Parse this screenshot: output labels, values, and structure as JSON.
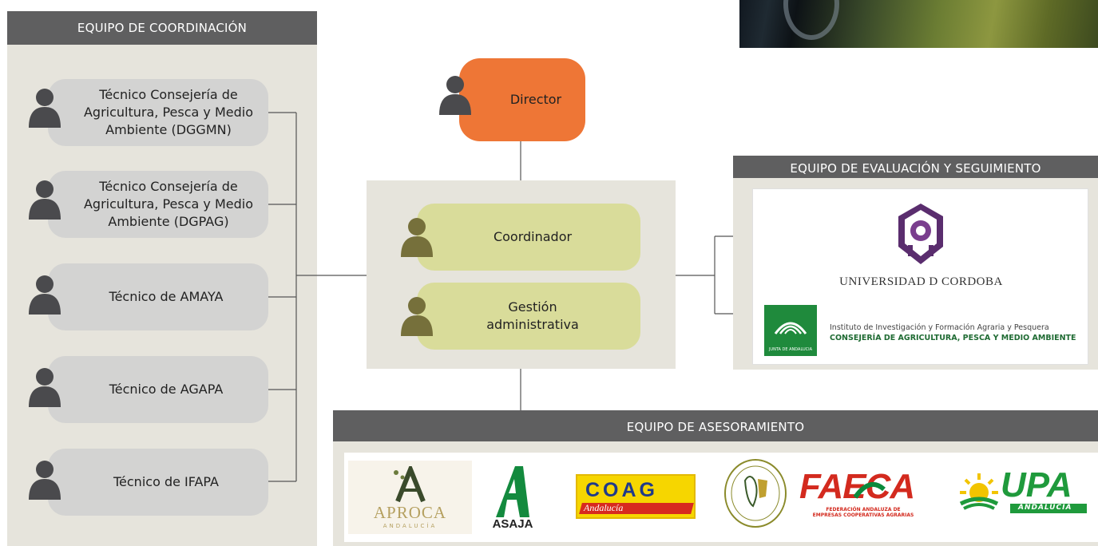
{
  "coordination": {
    "header": "EQUIPO DE COORDINACIÓN",
    "members": [
      {
        "label": "Técnico Consejería de Agricultura, Pesca y Medio Ambiente (DGGMN)"
      },
      {
        "label": "Técnico Consejería de Agricultura, Pesca y Medio Ambiente (DGPAG)"
      },
      {
        "label": "Técnico de AMAYA"
      },
      {
        "label": "Técnico de AGAPA"
      },
      {
        "label": "Técnico de IFAPA"
      }
    ]
  },
  "director": {
    "label": "Director"
  },
  "core": {
    "coordinator": "Coordinador",
    "admin": "Gestión administrativa"
  },
  "evaluation": {
    "header": "EQUIPO DE EVALUACIÓN Y SEGUIMIENTO",
    "university": "UNIVERSIDAD D CORDOBA",
    "ifapa_line1": "Instituto de Investigación y Formación Agraria y Pesquera",
    "ifapa_line2": "CONSEJERÍA DE AGRICULTURA, PESCA Y MEDIO AMBIENTE",
    "junta_small": "JUNTA DE ANDALUCIA"
  },
  "advisory": {
    "header": "EQUIPO DE ASESORAMIENTO",
    "logos": {
      "aproca": "APROCA",
      "aproca_sub": "ANDALUCÍA",
      "asaja": "ASAJA",
      "coag": "COAG",
      "coag_sub": "Andalucía",
      "faeca": "FAECA",
      "faeca_sub1": "FEDERACIÓN ANDALUZA DE",
      "faeca_sub2": "EMPRESAS COOPERATIVAS AGRARIAS",
      "upa": "UPA",
      "upa_sub": "ANDALUCÍA"
    }
  },
  "colors": {
    "header_gray": "#5f5f60",
    "panel_beige": "#e6e4dc",
    "pill_gray": "#d3d3d2",
    "pill_green": "#d9dc9a",
    "director_orange": "#ee7636",
    "person_dark": "#4a4a4d",
    "person_olive": "#76703b"
  }
}
